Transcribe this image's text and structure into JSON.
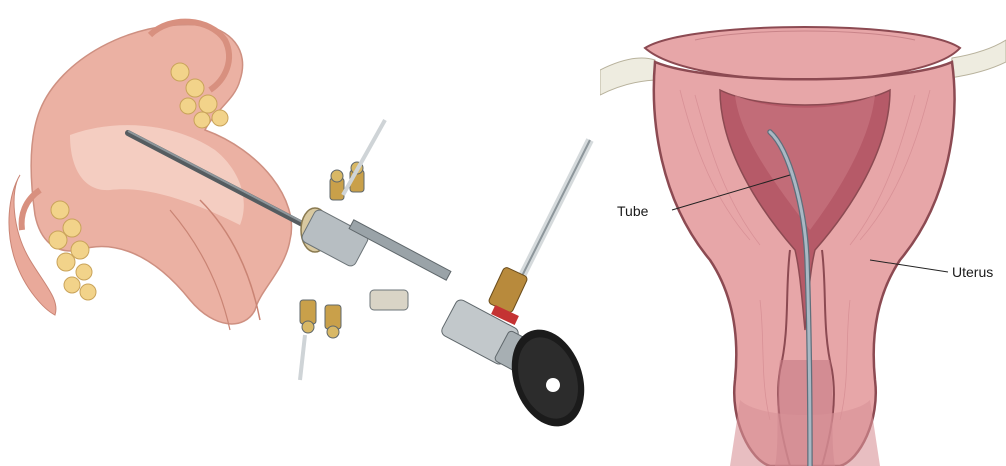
{
  "labels": {
    "tube": "Tube",
    "uterus": "Uterus"
  },
  "colors": {
    "tissue_pink": "#e9a99a",
    "tissue_light": "#f6d2c7",
    "muscle_pink": "#e7a6a8",
    "cavity_dark": "#b65a68",
    "ovary_yellow": "#f2d38a",
    "metal_silver": "#9aa3a8",
    "eyepiece_black": "#1b1b1b",
    "valve_brass": "#c9a04a",
    "tube_blue_gray": "#a9b8c4"
  },
  "icons": {
    "left": "hysteroscope-insertion-illustration",
    "right": "uterus-cross-section-with-tube"
  }
}
